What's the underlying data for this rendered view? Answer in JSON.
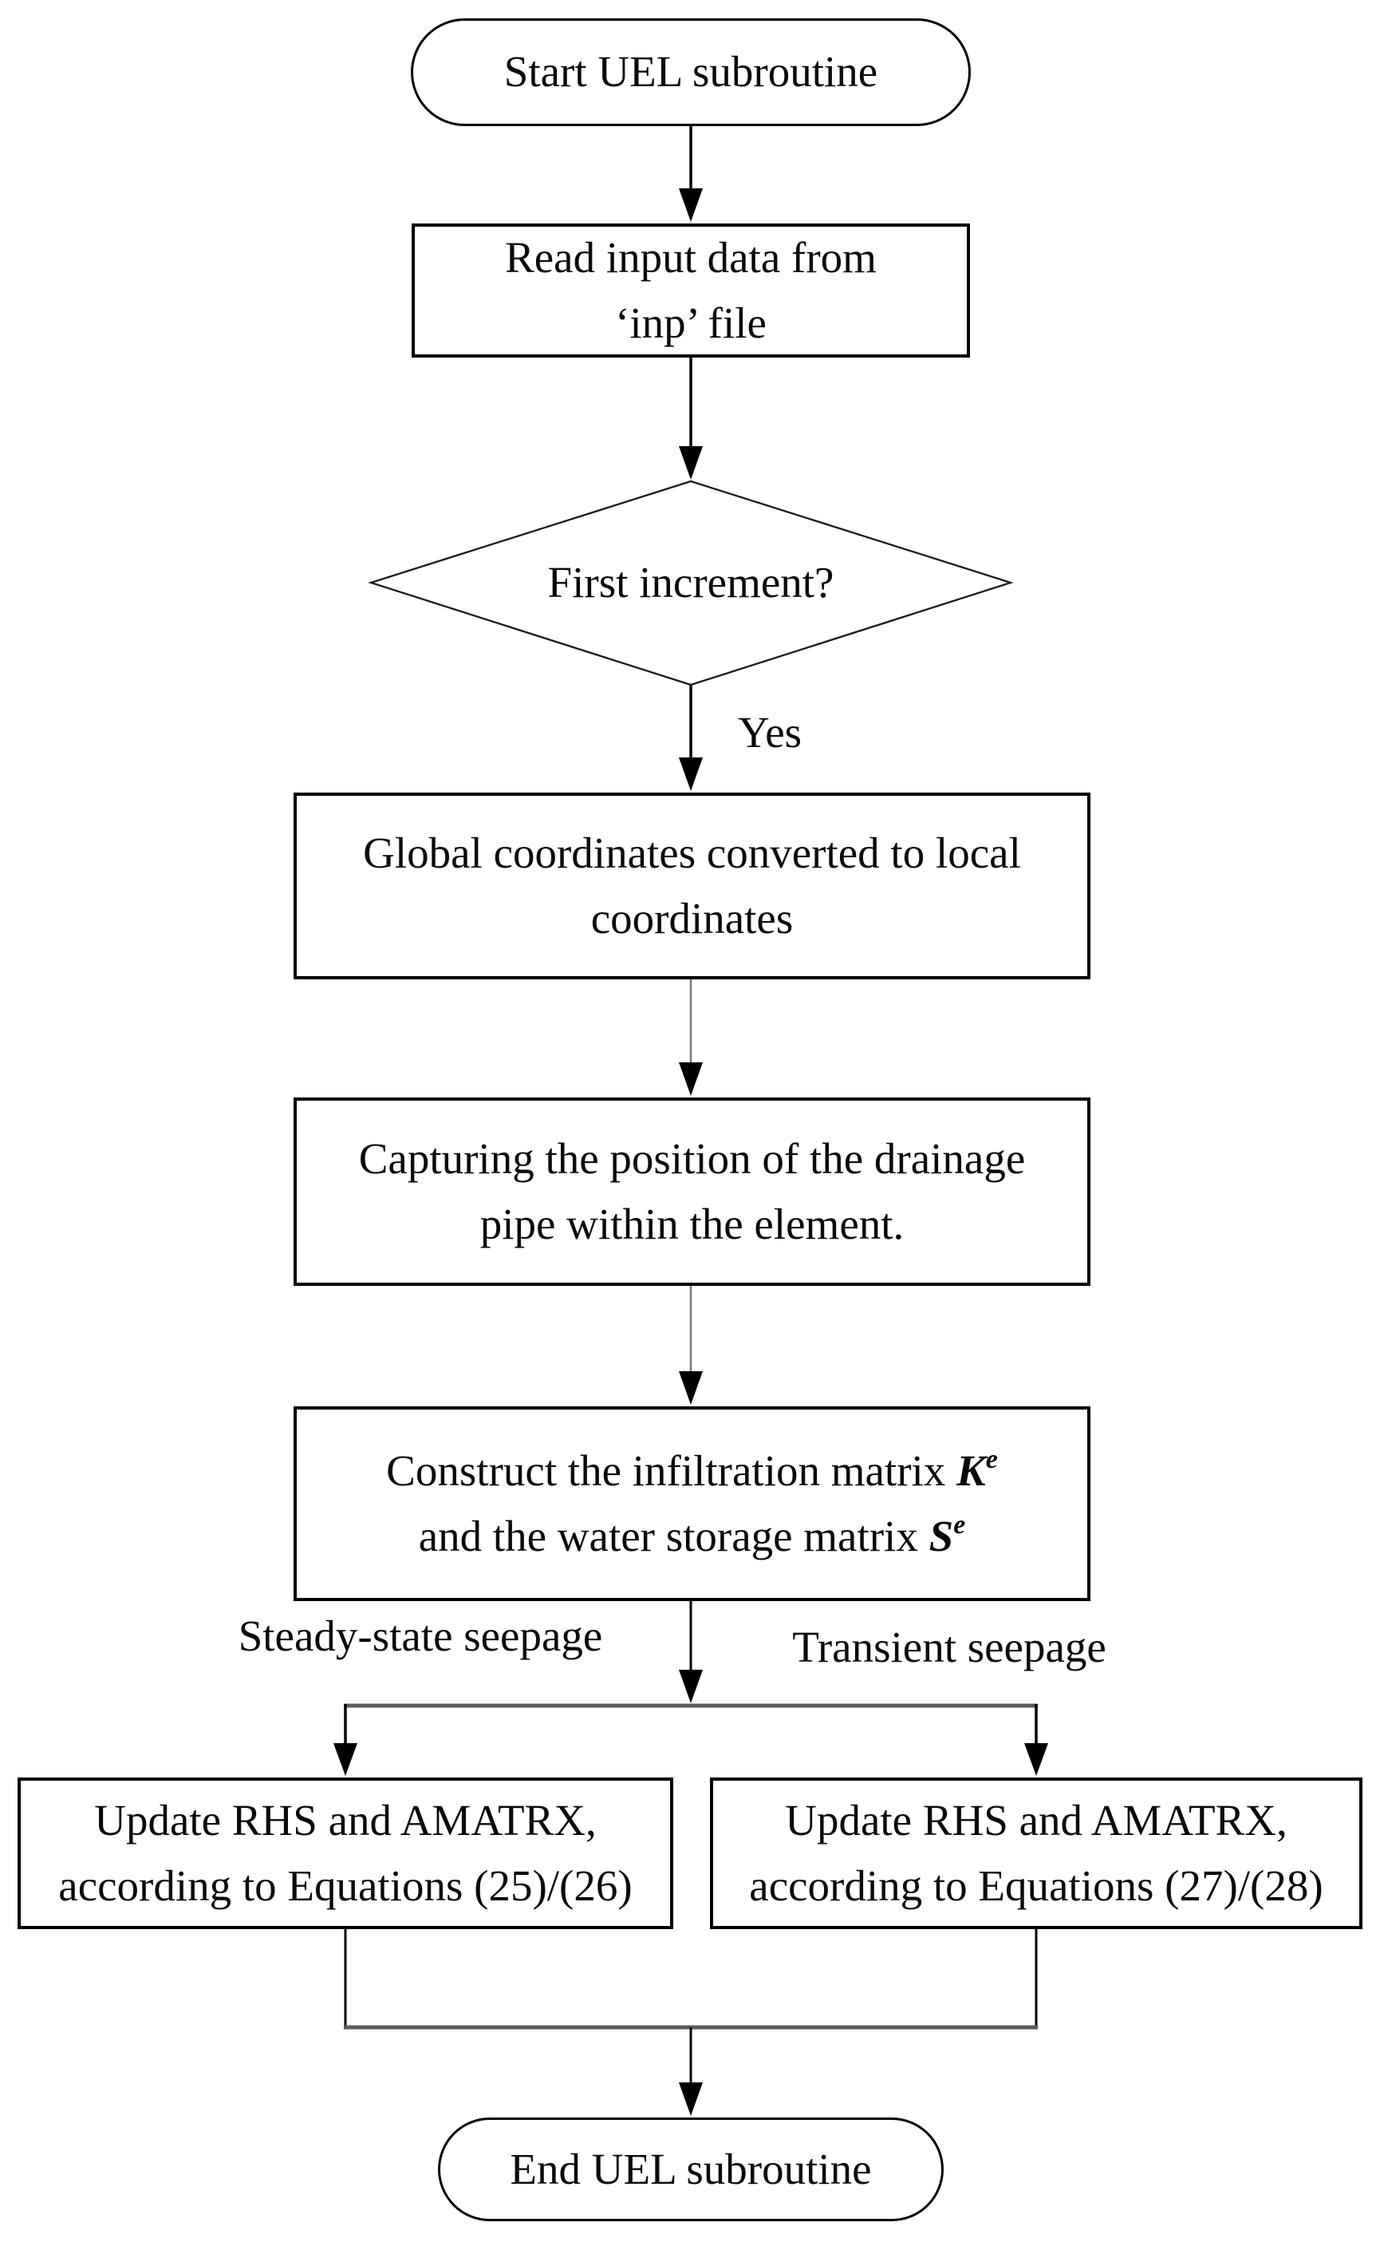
{
  "diagram": {
    "type": "flowchart",
    "nodes": {
      "start": {
        "shape": "terminator",
        "label": "Start UEL subroutine"
      },
      "read": {
        "shape": "process",
        "line1": "Read input data from",
        "line2": "‘inp’ file"
      },
      "decision": {
        "shape": "decision",
        "label": "First increment?"
      },
      "global": {
        "shape": "process",
        "line1": "Global coordinates converted to local",
        "line2": "coordinates"
      },
      "capturing": {
        "shape": "process",
        "line1": "Capturing the position of the drainage",
        "line2": "pipe within the element."
      },
      "construct": {
        "shape": "process",
        "line1_text": "Construct the infiltration matrix ",
        "line1_matrix": "K",
        "line1_sup": "e",
        "line2_text": "and the water storage matrix ",
        "line2_matrix": "S",
        "line2_sup": "e"
      },
      "update_left": {
        "shape": "process",
        "line1": "Update RHS and AMATRX,",
        "line2": "according to Equations (25)/(26)"
      },
      "update_right": {
        "shape": "process",
        "line1": "Update RHS and AMATRX,",
        "line2": "according to Equations (27)/(28)"
      },
      "end": {
        "shape": "terminator",
        "label": "End UEL subroutine"
      }
    },
    "edge_labels": {
      "yes": "Yes",
      "steady": "Steady-state seepage",
      "transient": "Transient seepage"
    },
    "edges": [
      {
        "from": "start",
        "to": "read"
      },
      {
        "from": "read",
        "to": "decision"
      },
      {
        "from": "decision",
        "to": "global",
        "label": "Yes"
      },
      {
        "from": "global",
        "to": "capturing"
      },
      {
        "from": "capturing",
        "to": "construct"
      },
      {
        "from": "construct",
        "to": "update_left",
        "label": "Steady-state seepage"
      },
      {
        "from": "construct",
        "to": "update_right",
        "label": "Transient seepage"
      },
      {
        "from": "update_left",
        "to": "end"
      },
      {
        "from": "update_right",
        "to": "end"
      }
    ],
    "colors": {
      "stroke": "#000000",
      "connector_gray": "#5b5b5b",
      "thin_shaft_gray": "#777777",
      "background": "#ffffff"
    }
  }
}
